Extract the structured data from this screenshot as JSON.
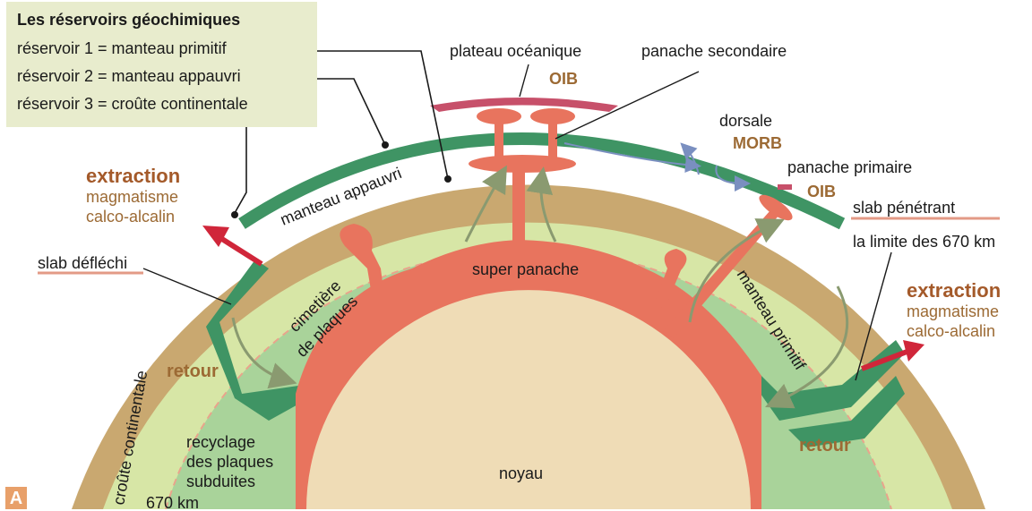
{
  "legend": {
    "title": "Les réservoirs géochimiques",
    "rows": [
      "réservoir 1 = manteau primitif",
      "réservoir 2 = manteau appauvri",
      "réservoir 3 = croûte continentale"
    ]
  },
  "labels": {
    "plateau": "plateau océanique",
    "oib_top": "OIB",
    "panache_secondaire": "panache secondaire",
    "dorsale": "dorsale",
    "morb": "MORB",
    "panache_primaire": "panache primaire",
    "oib_right": "OIB",
    "slab_penetrant_1": "slab pénétrant",
    "slab_penetrant_2": "la limite des 670 km",
    "extraction_left": "extraction",
    "magmatisme_left": "magmatisme",
    "calco_left": "calco-alcalin",
    "extraction_right": "extraction",
    "magmatisme_right": "magmatisme",
    "calco_right": "calco-alcalin",
    "slab_defle": "slab défléchi",
    "manteau_appauvri": "manteau appauvri",
    "super_panache": "super panache",
    "cimetiere_1": "cimetière",
    "cimetiere_2": "de plaques",
    "manteau_primitif": "manteau primitif",
    "retour_left": "retour",
    "retour_right": "retour",
    "croute": "croûte continentale",
    "recyclage_1": "recyclage",
    "recyclage_2": "des plaques",
    "recyclage_3": "subduites",
    "km670": "670 km",
    "noyau": "noyau"
  },
  "panel_letter": "A",
  "colors": {
    "crust": "#c9a870",
    "upper_mantle": "#d7e6a6",
    "lower_mantle": "#a9d39a",
    "slab": "#3f9464",
    "plume": "#e8745e",
    "core": "#efdcb6",
    "legend_bg": "#e8eccd",
    "arrow_red": "#d0263a",
    "text_brown": "#9c6a34",
    "flow_arrow": "#8a9a70",
    "flow_blue": "#7a8fc0"
  }
}
